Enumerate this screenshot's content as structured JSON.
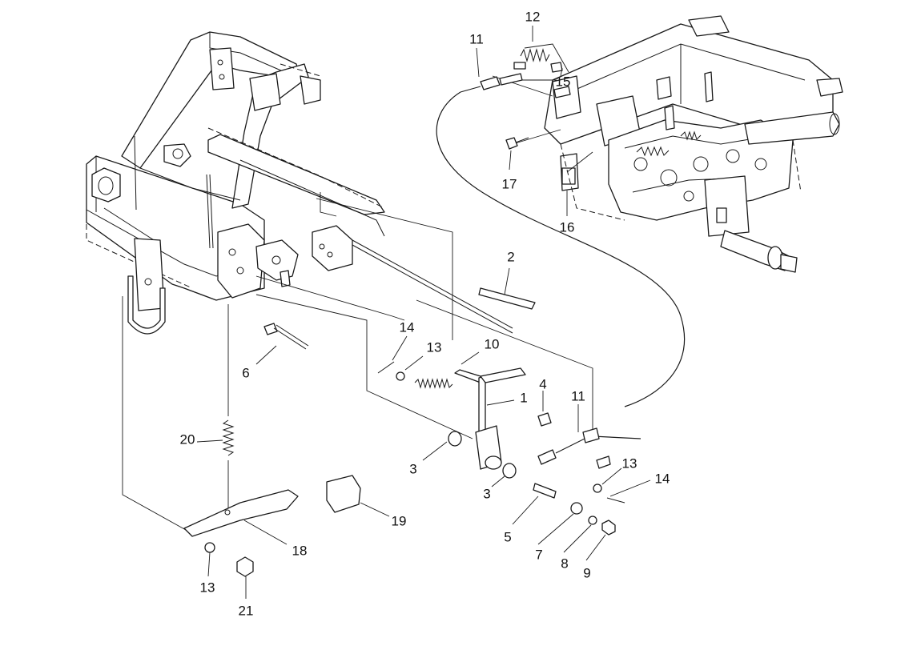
{
  "callouts": [
    {
      "id": "p12",
      "text": "12"
    },
    {
      "id": "p11a",
      "text": "11"
    },
    {
      "id": "p15",
      "text": "15"
    },
    {
      "id": "p17",
      "text": "17"
    },
    {
      "id": "p16",
      "text": "16"
    },
    {
      "id": "p2",
      "text": "2"
    },
    {
      "id": "p14a",
      "text": "14"
    },
    {
      "id": "p13a",
      "text": "13"
    },
    {
      "id": "p10",
      "text": "10"
    },
    {
      "id": "p6",
      "text": "6"
    },
    {
      "id": "p4",
      "text": "4"
    },
    {
      "id": "p1",
      "text": "1"
    },
    {
      "id": "p11b",
      "text": "11"
    },
    {
      "id": "p20",
      "text": "20"
    },
    {
      "id": "p3a",
      "text": "3"
    },
    {
      "id": "p13b",
      "text": "13"
    },
    {
      "id": "p14b",
      "text": "14"
    },
    {
      "id": "p3b",
      "text": "3"
    },
    {
      "id": "p19",
      "text": "19"
    },
    {
      "id": "p5",
      "text": "5"
    },
    {
      "id": "p18",
      "text": "18"
    },
    {
      "id": "p7",
      "text": "7"
    },
    {
      "id": "p8",
      "text": "8"
    },
    {
      "id": "p9",
      "text": "9"
    },
    {
      "id": "p13c",
      "text": "13"
    },
    {
      "id": "p21",
      "text": "21"
    }
  ]
}
